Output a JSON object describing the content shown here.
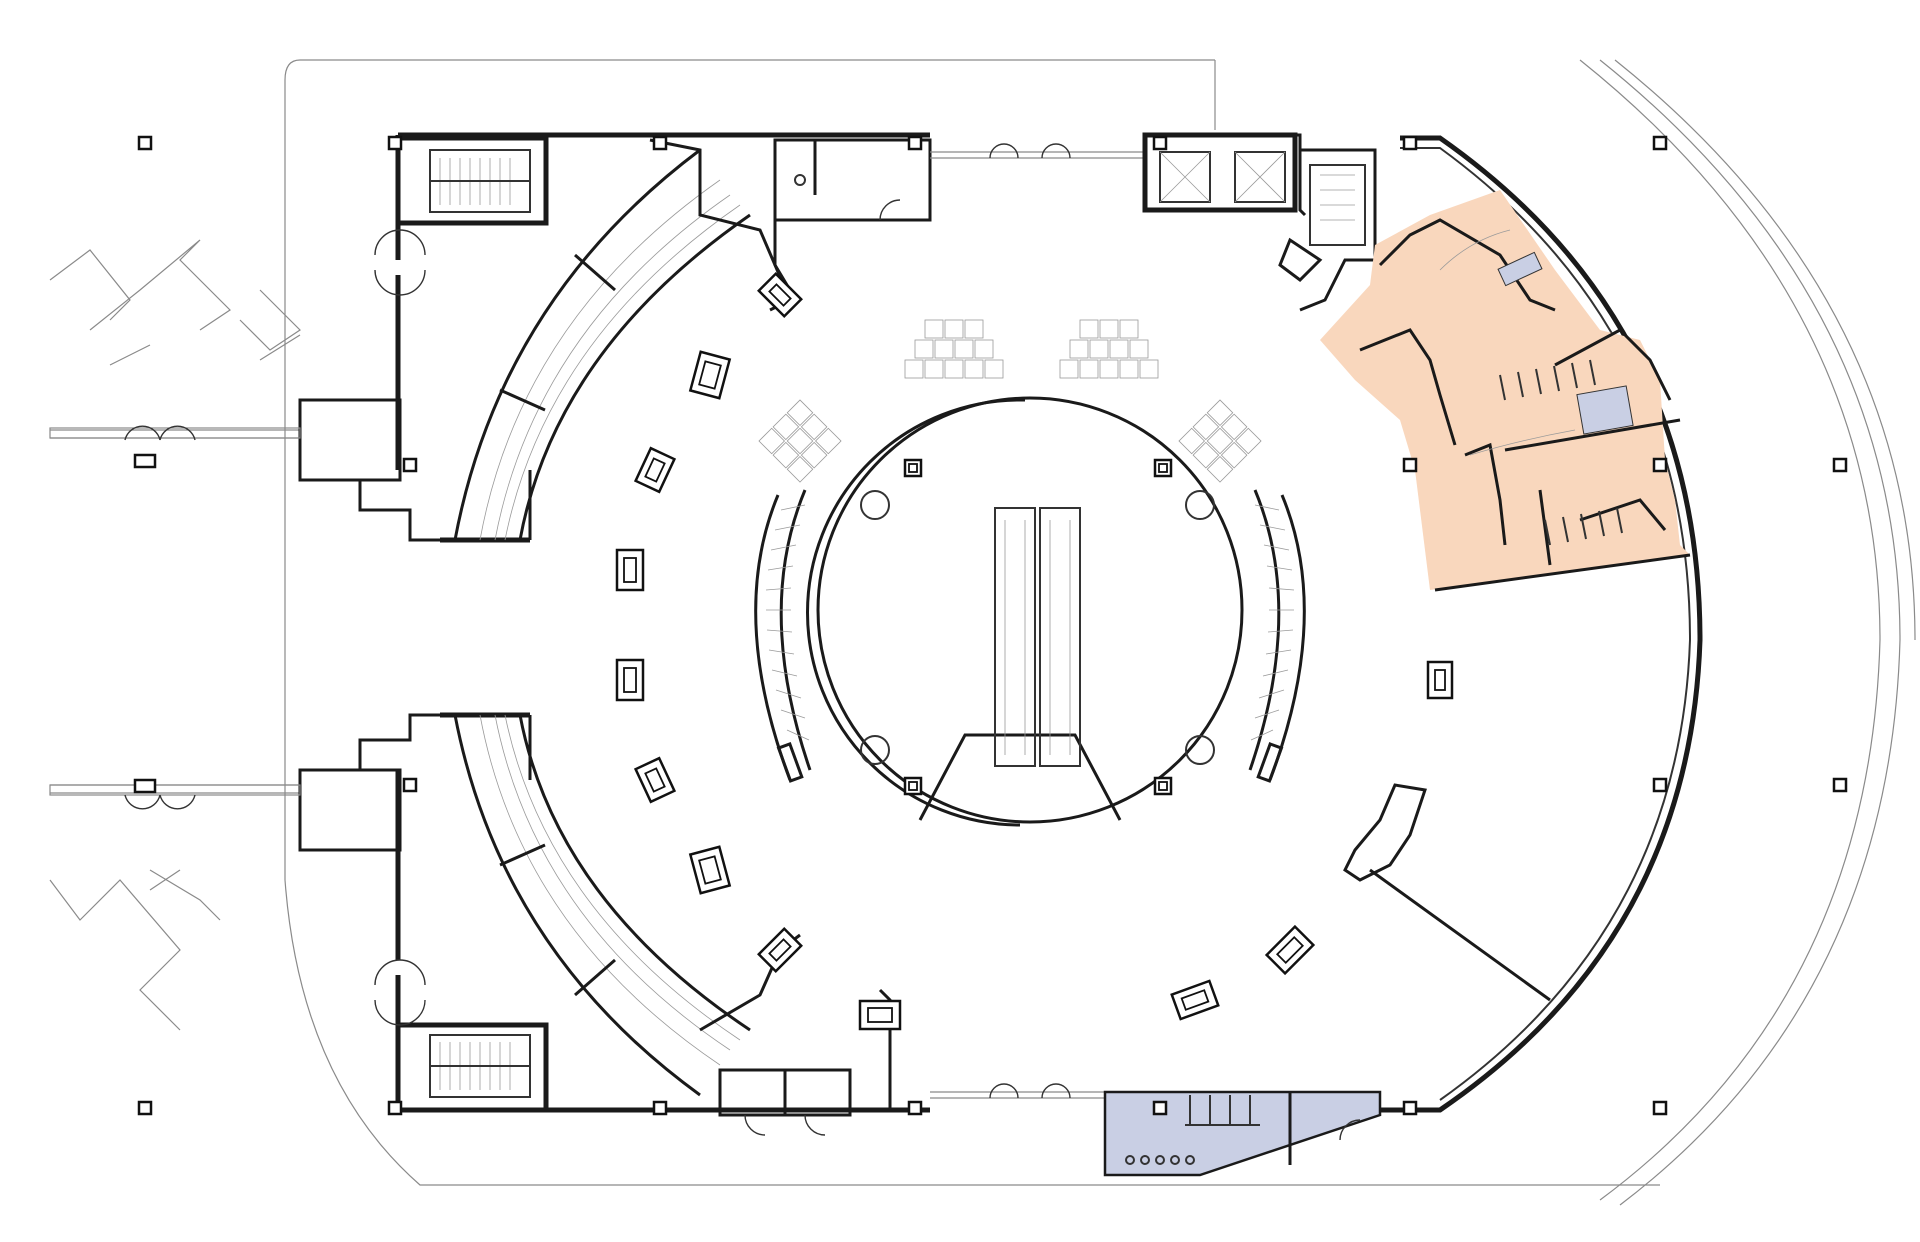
{
  "drawing": {
    "type": "architectural-floor-plan",
    "colors": {
      "background": "#ffffff",
      "wall": "#1a1a1a",
      "thin_line": "#8a8a8a",
      "restroom_zone_fill": "#f9d7bd",
      "restroom_fixture_fill": "#c9cfe4",
      "lower_restroom_fill": "#c9cfe4"
    },
    "zones": [
      {
        "id": "restroom-zone-upper-right",
        "color_key": "restroom_zone_fill"
      },
      {
        "id": "restroom-zone-lower-right",
        "color_key": "lower_restroom_fill"
      }
    ],
    "elements": {
      "central_atrium": "circular",
      "escalators": 2,
      "curved_stairs": 2,
      "stair_cores": 2,
      "elevators": 2,
      "perimeter_columns": 16,
      "seating_clusters": 4
    }
  }
}
